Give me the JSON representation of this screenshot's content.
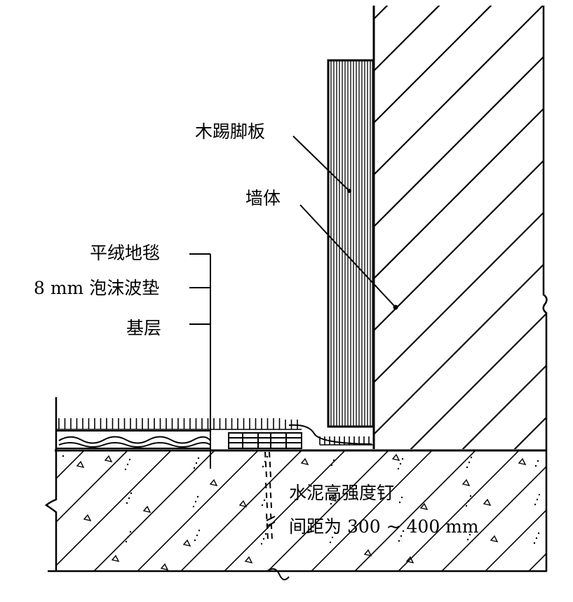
{
  "labels": {
    "skirting_board": "木踢脚板",
    "wall": "墙体",
    "carpet": "平绒地毯",
    "foam_pad": "8 mm 泡沫波垫",
    "base_layer": "基层",
    "nail": "水泥高强度钉",
    "nail_spacing": "间距为 300 ~ 400 mm"
  },
  "colors": {
    "ink": "#000000",
    "paper": "#ffffff"
  }
}
